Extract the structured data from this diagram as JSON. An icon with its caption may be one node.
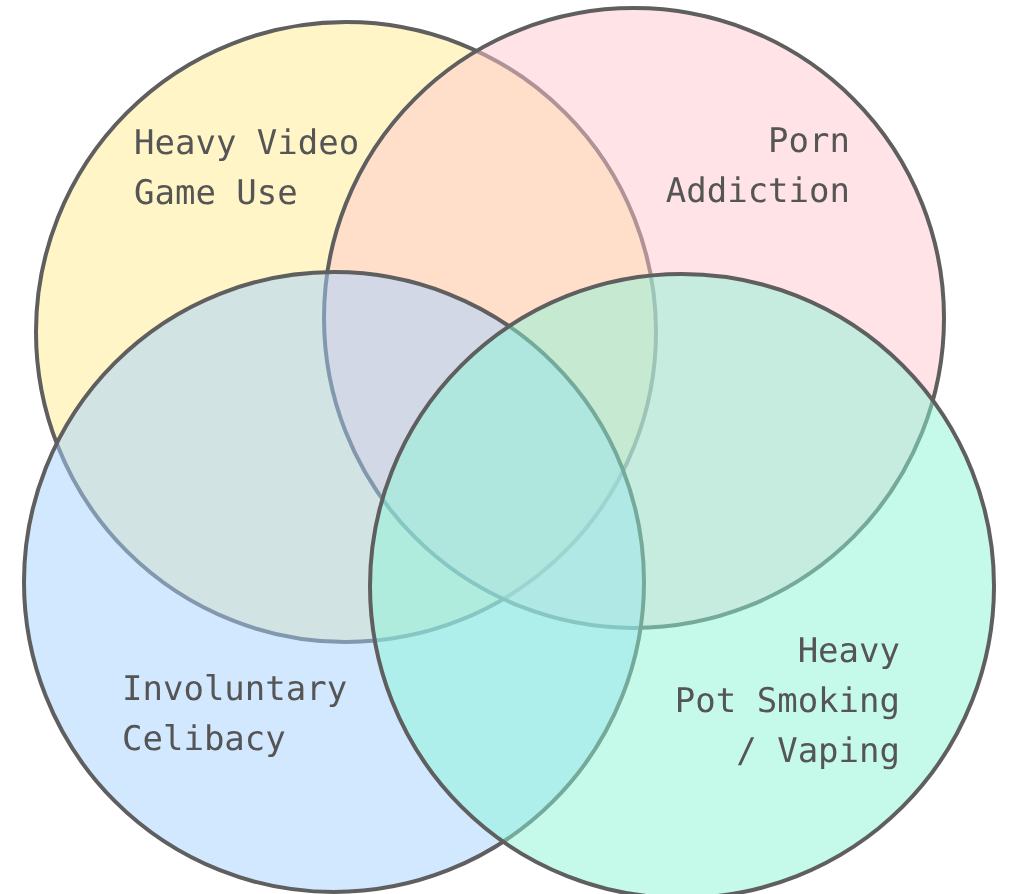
{
  "diagram": {
    "nodes": [
      {
        "text": [
          "Heavy Video Game Use"
        ]
      },
      {
        "text": [
          "Porn Addiction"
        ]
      },
      {
        "text": [
          "Involuntary Celibacy"
        ]
      },
      {
        "text": [
          "Heavy Pot Smoking / Vaping"
        ]
      }
    ]
  }
}
